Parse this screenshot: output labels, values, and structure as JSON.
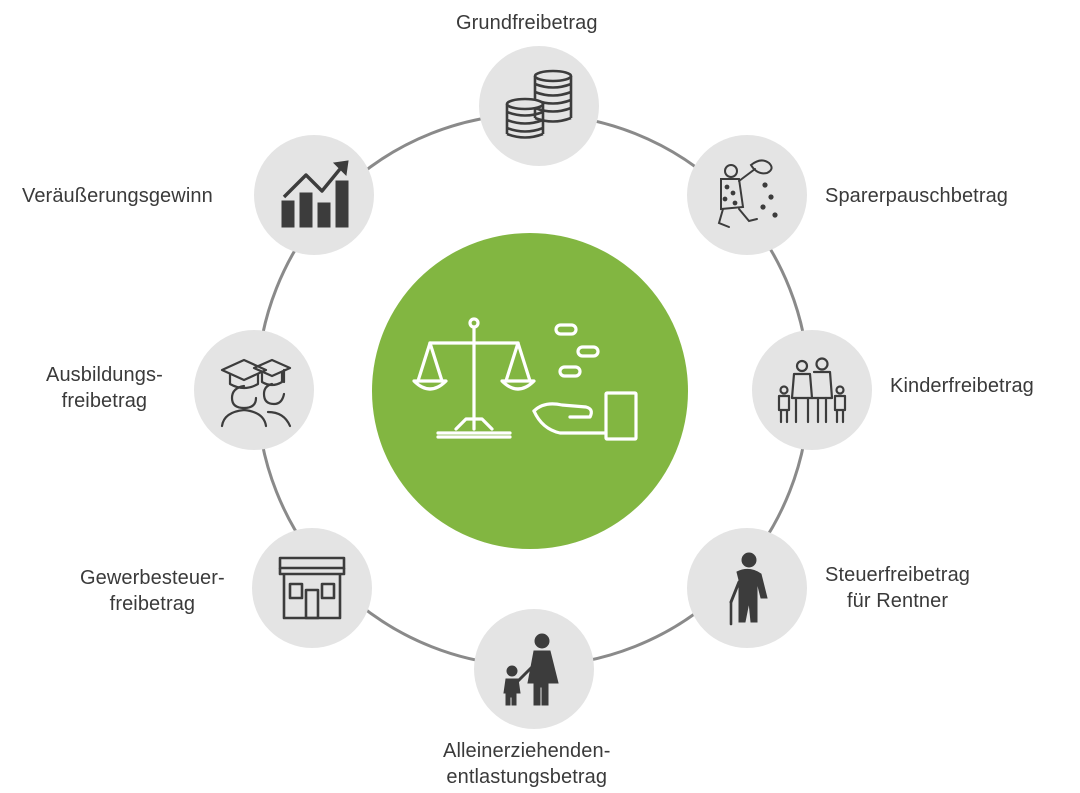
{
  "center": {
    "icon": "scales-and-hand-with-coins-icon",
    "color": "#82b641"
  },
  "ring_color": "#8a8a8a",
  "node_color": "#e4e4e4",
  "items": [
    {
      "id": "grund",
      "lines": [
        "Grundfreibetrag"
      ],
      "icon": "coin-stacks-icon"
    },
    {
      "id": "sparer",
      "lines": [
        "Sparerpauschbetrag"
      ],
      "icon": "person-throwing-money-icon"
    },
    {
      "id": "kinder",
      "lines": [
        "Kinderfreibetrag"
      ],
      "icon": "family-icon"
    },
    {
      "id": "rentner",
      "lines": [
        "Steuerfreibetrag",
        "für Rentner"
      ],
      "icon": "elderly-person-cane-icon"
    },
    {
      "id": "allein",
      "lines": [
        "Alleinerziehenden-",
        "entlastungsbetrag"
      ],
      "icon": "mother-with-child-icon"
    },
    {
      "id": "gewerbe",
      "lines": [
        "Gewerbesteuer-",
        "freibetrag"
      ],
      "icon": "storefront-icon"
    },
    {
      "id": "ausbild",
      "lines": [
        "Ausbildungs-",
        "freibetrag"
      ],
      "icon": "graduates-icon"
    },
    {
      "id": "veraeuss",
      "lines": [
        "Veräußerungsgewinn"
      ],
      "icon": "rising-chart-icon"
    }
  ]
}
